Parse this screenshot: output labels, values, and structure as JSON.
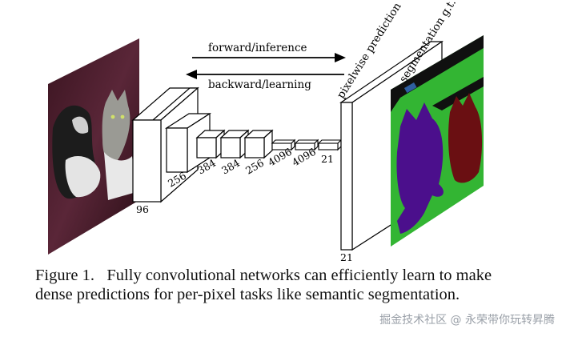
{
  "diagram": {
    "arrows": {
      "forward": "forward/inference",
      "backward": "backward/learning"
    },
    "layer_labels": [
      "96",
      "256",
      "384",
      "384",
      "256",
      "4096",
      "4096",
      "21"
    ],
    "output_channels": "21",
    "output_title": "pixelwise prediction",
    "gt_title": "segmentation g.t.",
    "input_image": "photo-of-dog-and-cat",
    "colors": {
      "gt_background": "#33b533",
      "gt_dog": "#4b0f8c",
      "gt_cat": "#6a0f12",
      "gt_highlight": "#2f5fa0",
      "photo_frame": "#4a1a2a"
    }
  },
  "caption": {
    "label": "Figure 1.",
    "text": "Fully convolutional networks can efficiently learn to make dense predictions for per-pixel tasks like semantic segmentation."
  },
  "watermark": "掘金技术社区 @ 永荣带你玩转昇腾"
}
